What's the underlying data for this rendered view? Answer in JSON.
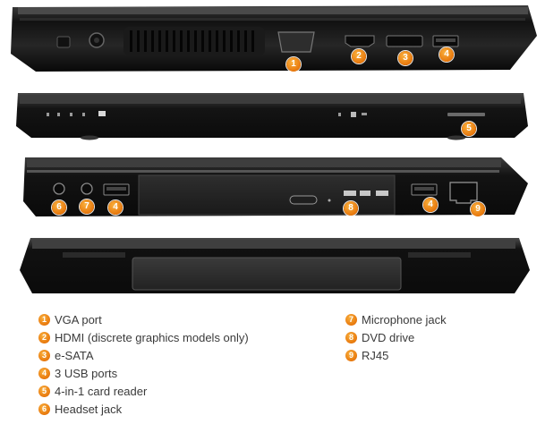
{
  "colors": {
    "marker": "#e8780c",
    "laptop_body": "#1a1a1a",
    "legend_text": "#3a3a3a"
  },
  "markers": {
    "m1": "1",
    "m2": "2",
    "m3": "3",
    "m4a": "4",
    "m5": "5",
    "m6": "6",
    "m7": "7",
    "m4b": "4",
    "m9": "9",
    "m8": "8"
  },
  "legend": {
    "left": [
      {
        "num": "1",
        "label": "VGA port"
      },
      {
        "num": "2",
        "label": "HDMI (discrete graphics models only)"
      },
      {
        "num": "3",
        "label": "e-SATA"
      },
      {
        "num": "4",
        "label": "3 USB ports"
      },
      {
        "num": "5",
        "label": "4-in-1 card reader"
      },
      {
        "num": "6",
        "label": "Headset jack"
      }
    ],
    "right": [
      {
        "num": "7",
        "label": "Microphone jack"
      },
      {
        "num": "8",
        "label": "DVD drive"
      },
      {
        "num": "9",
        "label": "RJ45"
      }
    ]
  }
}
